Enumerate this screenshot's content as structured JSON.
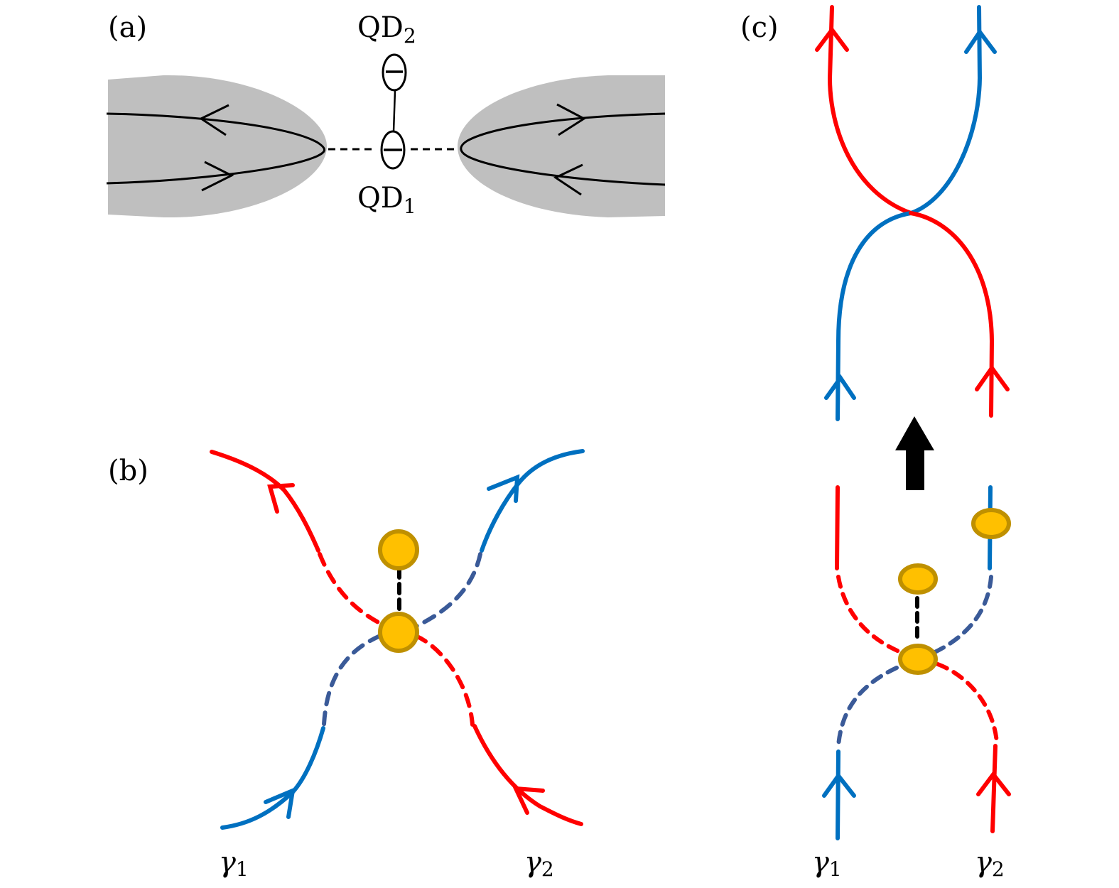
{
  "panels": {
    "a": {
      "label": "(a)",
      "qd2_label": "QD",
      "qd2_sub": "2",
      "qd1_label": "QD",
      "qd1_sub": "1",
      "dot_symbol": "minus"
    },
    "b": {
      "label": "(b)",
      "gamma1": "γ",
      "gamma1_sub": "1",
      "gamma2": "γ",
      "gamma2_sub": "2"
    },
    "c": {
      "label": "(c)",
      "gamma1": "γ",
      "gamma1_sub": "1",
      "gamma2": "γ",
      "gamma2_sub": "2",
      "transition_arrow": "up"
    }
  },
  "colors": {
    "red": "#ff0000",
    "blue": "#0070c0",
    "dashed_blue": "#3a5a98",
    "dot_fill": "#ffc000",
    "dot_stroke": "#bf9000",
    "region_gray": "#bfbfbf",
    "black": "#000000"
  }
}
